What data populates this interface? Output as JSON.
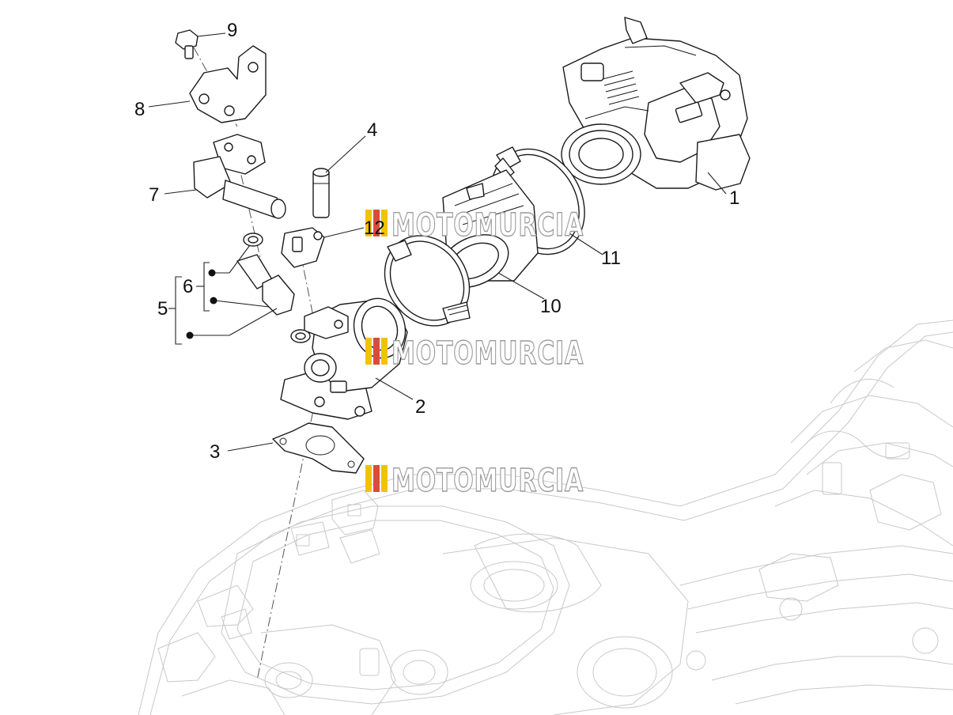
{
  "watermark": {
    "text": "MOTOMURCIA",
    "flag_colors": [
      "#f2c200",
      "#d94b3b",
      "#f2c200"
    ]
  },
  "callouts": [
    {
      "id": "1",
      "label": "1"
    },
    {
      "id": "2",
      "label": "2"
    },
    {
      "id": "3",
      "label": "3"
    },
    {
      "id": "4",
      "label": "4"
    },
    {
      "id": "5",
      "label": "5"
    },
    {
      "id": "6",
      "label": "6"
    },
    {
      "id": "7",
      "label": "7"
    },
    {
      "id": "8",
      "label": "8"
    },
    {
      "id": "9",
      "label": "9"
    },
    {
      "id": "10",
      "label": "10"
    },
    {
      "id": "11",
      "label": "11"
    },
    {
      "id": "12",
      "label": "12"
    }
  ],
  "colors": {
    "line": "#1a1a1a",
    "ghost": "#c8c8c8",
    "background": "#ffffff"
  }
}
